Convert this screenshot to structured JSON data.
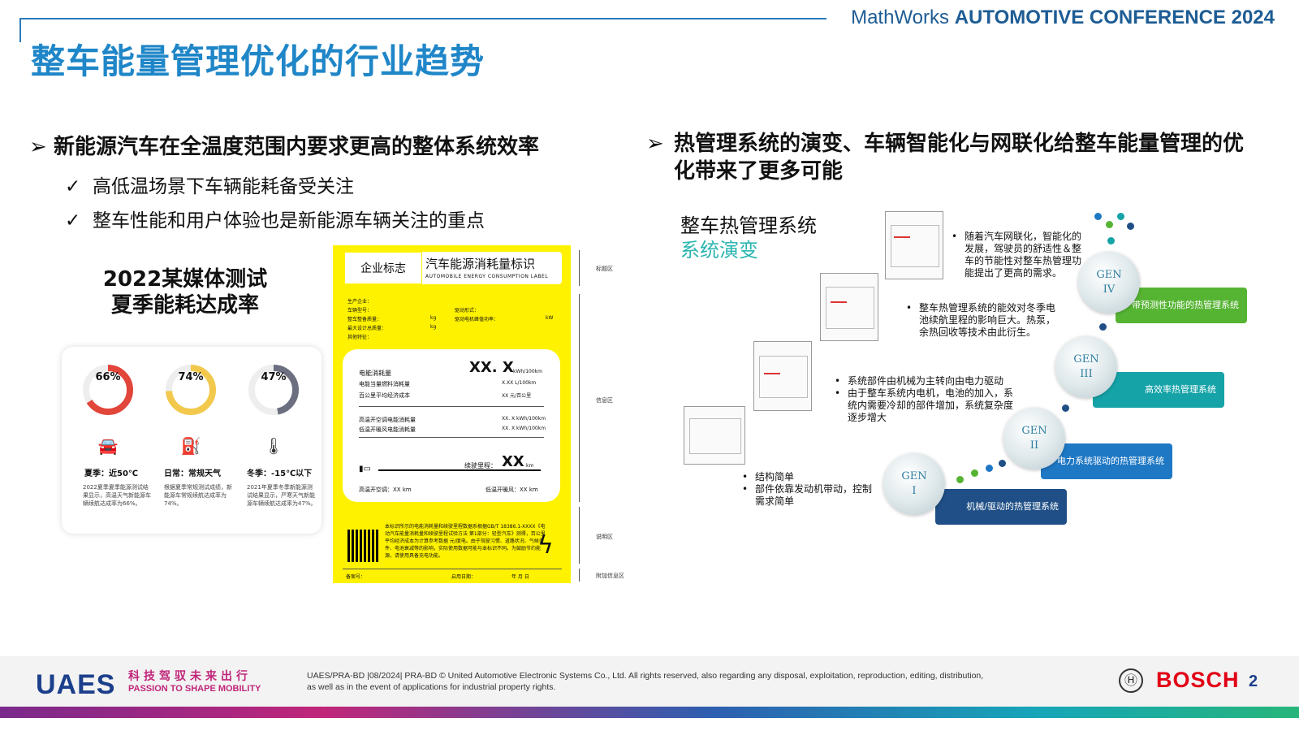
{
  "header": {
    "conference_prefix": "MathWorks ",
    "conference_name": "AUTOMOTIVE CONFERENCE 2024",
    "title": "整车能量管理优化的行业趋势"
  },
  "left": {
    "heading": "新能源汽车在全温度范围内要求更高的整体系统效率",
    "bullets": [
      "高低温场景下车辆能耗备受关注",
      "整车性能和用户体验也是新能源车辆关注的重点"
    ],
    "media_title_1": "2022某媒体测试",
    "media_title_2": "夏季能耗达成率",
    "rings": [
      {
        "value": "66%",
        "pct": 0.66,
        "color": "#e2453a",
        "icon": "car-charging-icon",
        "head": "夏季：近50℃",
        "desc": "2022夏季夏季能源测试结果显示，高温天气新能源车辆续航达成率为66%。"
      },
      {
        "value": "74%",
        "pct": 0.74,
        "color": "#f2c94c",
        "icon": "charger-icon",
        "head": "日常：常规天气",
        "desc": "根据夏季常规测试成绩，新能源车常规续航达成率为74%。"
      },
      {
        "value": "47%",
        "pct": 0.47,
        "color": "#6b6f80",
        "icon": "thermometer-icon",
        "head": "冬季：-15℃以下",
        "desc": "2021年夏季冬季新能源测试结果显示，严寒天气新能源车辆续航达成率为47%。"
      }
    ]
  },
  "label": {
    "logo": "企业标志",
    "name": "汽车能源消耗量标识",
    "name_en": "AUTOMOBILE ENERGY CONSUMPTION LABEL",
    "fields_left": [
      "生产企业：",
      "车辆型号：",
      "整车整备质量：",
      "最大设计总质量：",
      "其他特征："
    ],
    "fields_right": [
      "驱动形式：",
      "驱动电机峰值功率："
    ],
    "unit_kg": "kg",
    "unit_kw": "kW",
    "main_label": "电能消耗量",
    "main_value": "XX. X",
    "main_unit": "kWh/100km",
    "rows": [
      {
        "k": "电能当量燃料消耗量",
        "v": "X.XX  L/100km"
      },
      {
        "k": "百公里平均经济成本",
        "v": "XX  元/百公里"
      },
      {
        "k": "高温开空调电能消耗量",
        "v": "XX. X kWh/100km"
      },
      {
        "k": "低温开暖风电能消耗量",
        "v": "XX. X kWh/100km"
      }
    ],
    "range_label": "续驶里程：",
    "range_value": "XX",
    "range_unit": "km",
    "hot_range": "高温开空调：XX km",
    "cold_range": "低温开暖风：XX km",
    "note": "本标识所示的电能消耗量和续驶里程数据系根据GB/T 18386.1-XXXX《电动汽车能量消耗量和续驶里程试验方法 第1部分：轻型汽车》测得，百公里平均经济成本为计算参考数据 元/度电。由于驾驶习惯、道路状况、气候条件、电池衰减等的影响，实际使用数据可能与本标识不同。为鼓励节约能源，请使用具备充电功能。",
    "footer_left": "备案号：",
    "footer_mid": "启用日期：",
    "footer_date": "年    月    日",
    "tags": [
      "标题区",
      "信息区",
      "说明区",
      "附加信息区"
    ]
  },
  "right": {
    "heading": "热管理系统的演变、车辆智能化与网联化给整车能量管理的优化带来了更多可能",
    "thermal_title": "整车热管理系统",
    "thermal_sub": "系统演变",
    "gens": [
      {
        "gen": "GEN",
        "num": "I",
        "bar": "机械/驱动的热管理系统",
        "color": "#1f4f86",
        "points": [
          "结构简单",
          "部件依靠发动机带动，控制需求简单"
        ]
      },
      {
        "gen": "GEN",
        "num": "II",
        "bar": "电力系统驱动的热管理系统",
        "color": "#1f78c4",
        "points": [
          "系统部件由机械为主转向由电力驱动",
          "由于整车系统内电机，电池的加入，系统内需要冷却的部件增加，系统复杂度逐步增大"
        ]
      },
      {
        "gen": "GEN",
        "num": "III",
        "bar": "高效率热管理系统",
        "color": "#15a3a8",
        "points": [
          "整车热管理系统的能效对冬季电池续航里程的影响巨大。热泵，余热回收等技术由此衍生。"
        ]
      },
      {
        "gen": "GEN",
        "num": "IV",
        "bar": "带预测性功能的热管理系统",
        "color": "#56b433",
        "points": [
          "随着汽车网联化，智能化的发展，驾驶员的舒适性＆整车的节能性对整车热管理功能提出了更高的需求。"
        ]
      }
    ]
  },
  "footer": {
    "brand": "UAES",
    "brand_cn": "科技驾驭未来出行",
    "brand_en": "PASSION TO SHAPE MOBILITY",
    "copyright_1": "UAES/PRA-BD |08/2024| PRA-BD © United Automotive Electronic Systems Co., Ltd.  All rights reserved, also regarding any disposal, exploitation, reproduction, editing, distribution,",
    "copyright_2": "as well as in the event of applications for industrial property rights.",
    "bosch_icon": "bosch-armature-icon",
    "bosch": "BOSCH",
    "page": "2"
  }
}
